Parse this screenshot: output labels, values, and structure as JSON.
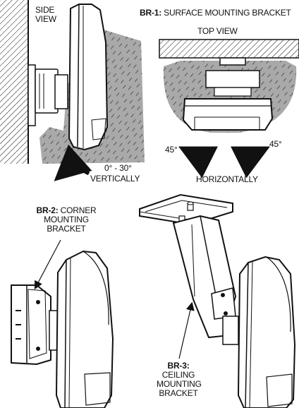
{
  "side_view": {
    "line1": "SIDE",
    "line2": "VIEW"
  },
  "br1": {
    "code": "BR-1:",
    "title": "SURFACE MOUNTING BRACKET"
  },
  "top_view": "TOP VIEW",
  "vertical": {
    "range": "0° - 30°",
    "direction": "VERTICALLY"
  },
  "horizontal": {
    "left_angle": "45°",
    "right_angle": "45°",
    "direction": "HORIZONTALLY"
  },
  "br2": {
    "code": "BR-2:",
    "line1": "CORNER",
    "line2": "MOUNTING",
    "line3": "BRACKET"
  },
  "br3": {
    "code": "BR-3:",
    "line1": "CEILING",
    "line2": "MOUNTING",
    "line3": "BRACKET"
  },
  "colors": {
    "ink": "#111111",
    "shade": "#a9a9a9",
    "paper": "#ffffff"
  }
}
